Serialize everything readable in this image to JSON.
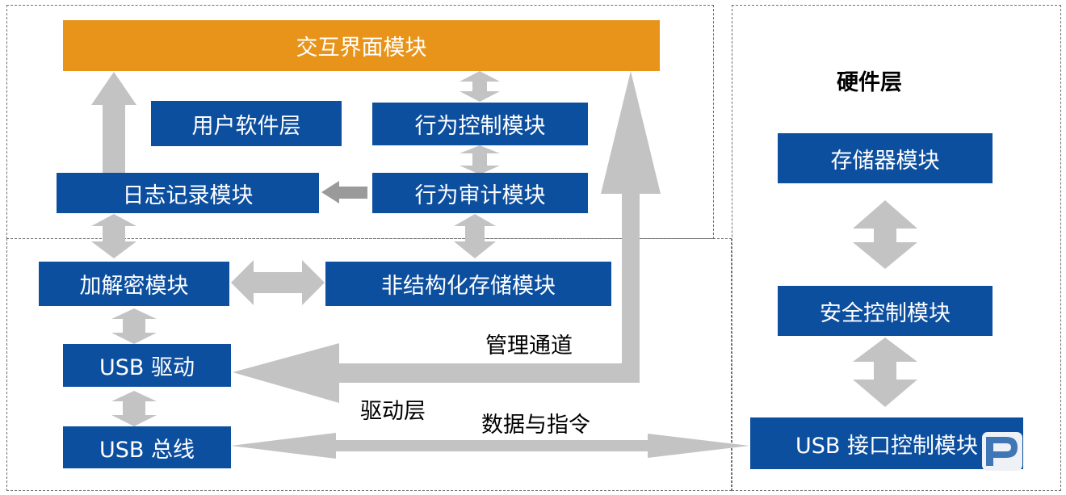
{
  "colors": {
    "box": "#0d4f9f",
    "ui_box": "#e8941a",
    "arrow": "#c3c3c3",
    "arrow_dark": "#9a9a9a",
    "border": "#6f6f6f",
    "logo": "#3f76b6"
  },
  "software": {
    "ui_module": "交互界面模块",
    "user_layer": "用户软件层",
    "behavior_control": "行为控制模块",
    "log_module": "日志记录模块",
    "behavior_audit": "行为审计模块"
  },
  "driver": {
    "crypto_module": "加解密模块",
    "unstructured_storage": "非结构化存储模块",
    "usb_driver": "USB 驱动",
    "usb_bus": "USB 总线",
    "layer_label": "驱动层",
    "mgmt_channel": "管理通道",
    "data_commands": "数据与指令"
  },
  "hardware": {
    "layer_label": "硬件层",
    "storage_module": "存储器模块",
    "security_control": "安全控制模块",
    "usb_interface": "USB 接口控制模块"
  }
}
